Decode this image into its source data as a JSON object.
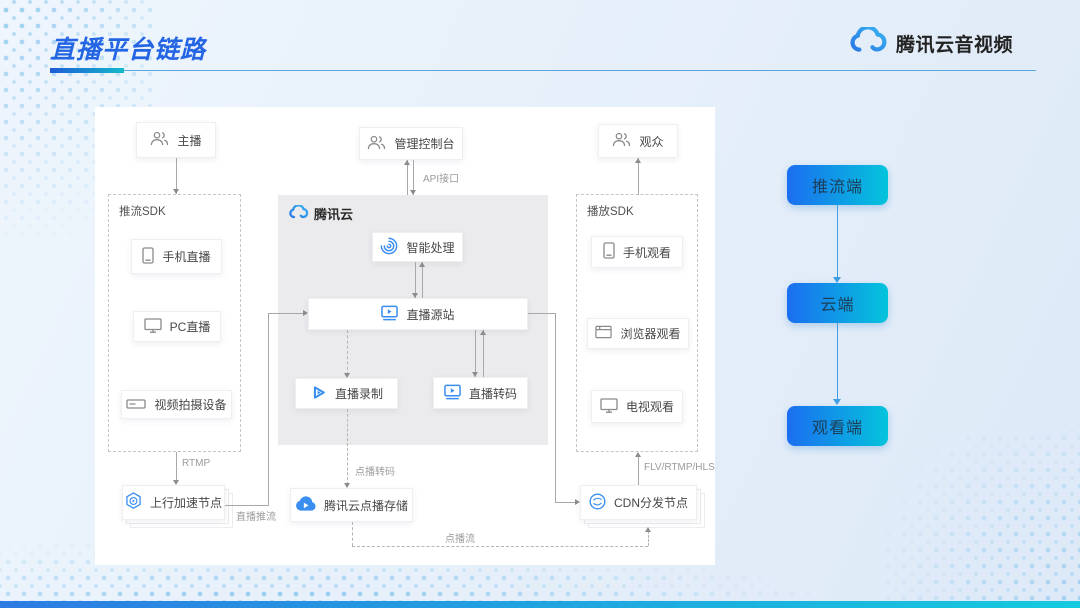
{
  "header": {
    "title": "直播平台链路",
    "brand": "腾讯云音视频"
  },
  "diagram": {
    "top_nodes": {
      "host": "主播",
      "console": "管理控制台",
      "audience": "观众"
    },
    "push_sdk": {
      "label": "推流SDK",
      "items": [
        "手机直播",
        "PC直播",
        "视频拍摄设备"
      ]
    },
    "cloud": {
      "label": "腾讯云",
      "ai": "智能处理",
      "origin": "直播源站",
      "record": "直播录制",
      "transcode": "直播转码"
    },
    "play_sdk": {
      "label": "播放SDK",
      "items": [
        "手机观看",
        "浏览器观看",
        "电视观看"
      ]
    },
    "bottom_nodes": {
      "upstream": "上行加速节点",
      "vod": "腾讯云点播存储",
      "cdn": "CDN分发节点"
    },
    "edge_labels": {
      "api": "API接口",
      "rtmp": "RTMP",
      "live_push": "直播推流",
      "vod_transcode": "点播转码",
      "protocols": "FLV/RTMP/HLS",
      "vod_stream": "点播流"
    }
  },
  "side_flow": {
    "steps": [
      "推流端",
      "云端",
      "观看端"
    ]
  },
  "colors": {
    "title_blue": "#2465e4",
    "icon_blue": "#3a8ef0",
    "gradient_start": "#1b6ef0",
    "gradient_end": "#04c4dc"
  }
}
